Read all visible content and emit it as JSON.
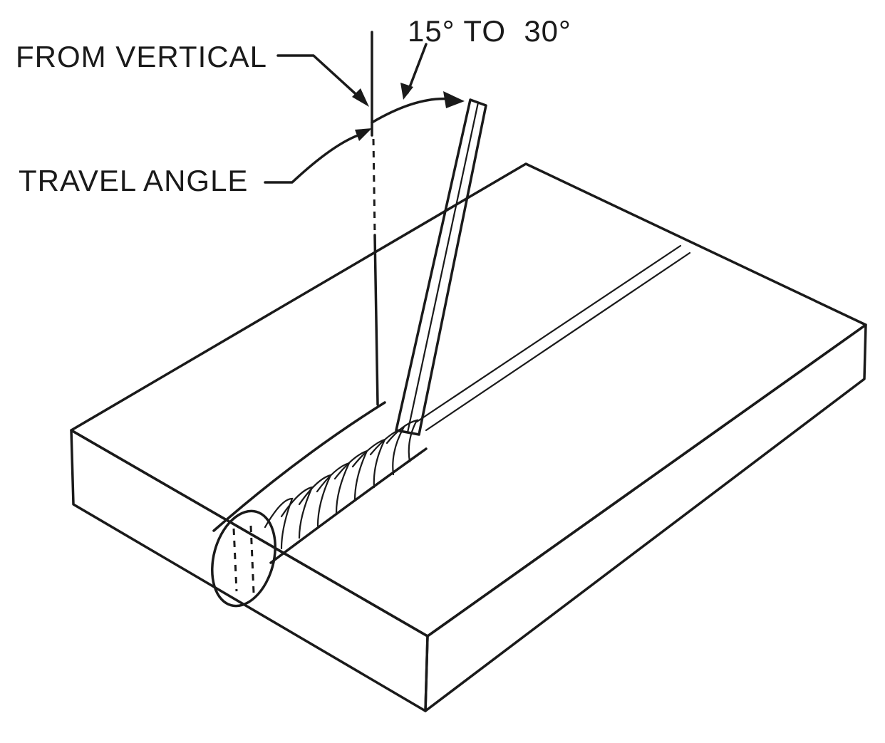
{
  "labels": {
    "from_vertical": "FROM VERTICAL",
    "travel_angle": "TRAVEL ANGLE",
    "angle_range": "15° TO  30°"
  },
  "colors": {
    "ink": "#1a1a1a",
    "background": "#ffffff"
  }
}
